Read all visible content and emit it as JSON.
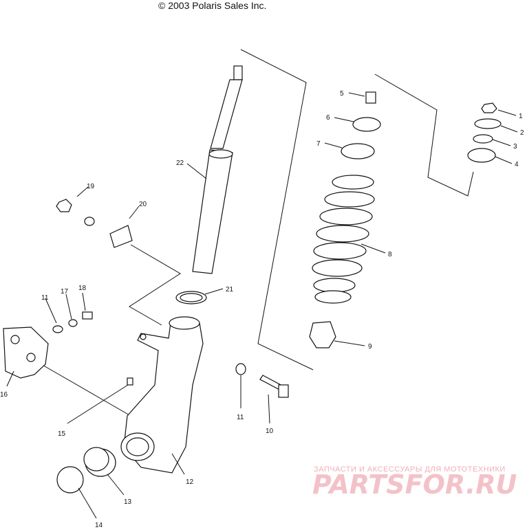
{
  "header": {
    "copyright": "© 2003 Polaris Sales Inc."
  },
  "callouts": {
    "c1": "1",
    "c2": "2",
    "c3": "3",
    "c4": "4",
    "c5": "5",
    "c6": "6",
    "c7": "7",
    "c8": "8",
    "c9": "9",
    "c10": "10",
    "c11a": "11",
    "c11b": "11",
    "c12": "12",
    "c13": "13",
    "c14": "14",
    "c15": "15",
    "c16": "16",
    "c17": "17",
    "c18": "18",
    "c19": "19",
    "c20": "20",
    "c21": "21",
    "c22": "22"
  },
  "watermark": {
    "tagline": "ЗАПЧАСТИ И АКСЕССУАРЫ ДЛЯ МОТОТЕХНИКИ",
    "logo": "PARTSFOR.RU"
  },
  "colors": {
    "line": "#111111",
    "watermark": "#f3c2c8"
  }
}
